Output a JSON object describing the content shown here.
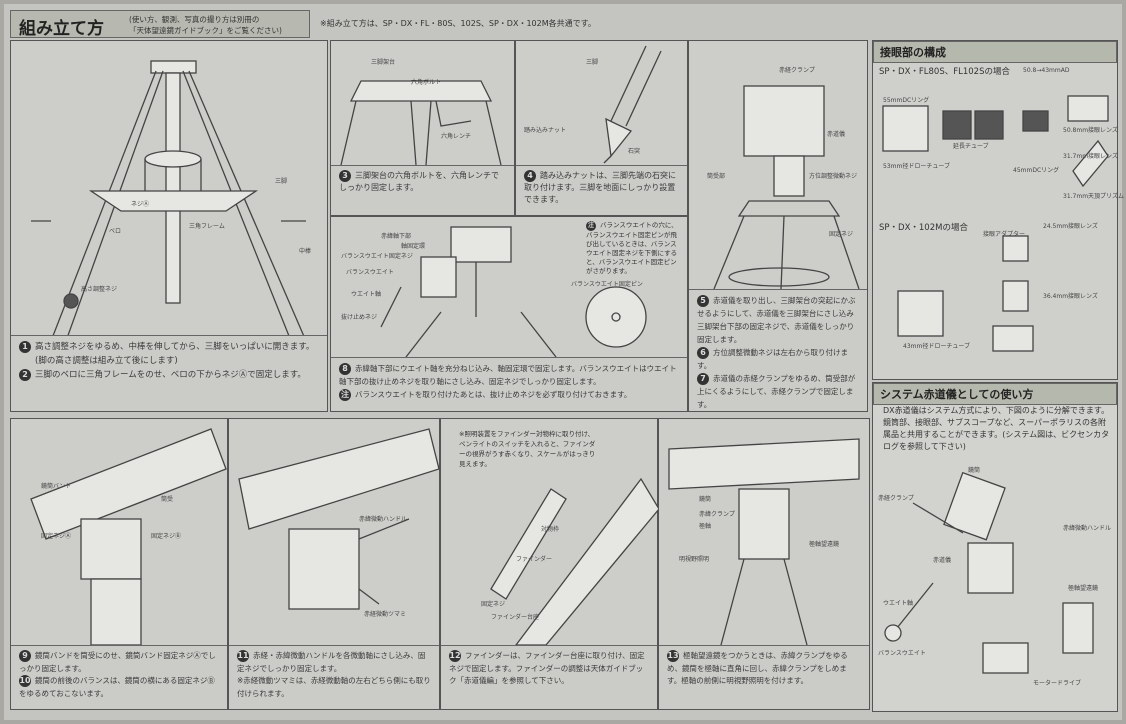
{
  "header": {
    "title": "組み立て方",
    "subtitle_line1": "(使い方、観測、写真の撮り方は別冊の",
    "subtitle_line2": "「天体望遠鏡ガイドブック」をご覧ください)",
    "note": "※組み立て方は、SP・DX・FL・80S、102S、SP・DX・102M各共通です。"
  },
  "panel1": {
    "labels": [
      "三脚",
      "中棒",
      "三角フレーム",
      "ネジⒶ",
      "ベロ",
      "高さ調整ネジ"
    ],
    "steps": [
      {
        "num": "1",
        "text": "高さ調整ネジをゆるめ、中棒を伸してから、三脚をいっぱいに開きます。"
      },
      {
        "num": "",
        "text": "(脚の高さ調整は組み立て後にします)"
      },
      {
        "num": "2",
        "text": "三脚のベロに三角フレームをのせ、ベロの下からネジⒶで固定します。"
      }
    ]
  },
  "panel3": {
    "labels": [
      "三脚架台",
      "六角ボルト",
      "六角レンチ"
    ],
    "num": "3",
    "text": "三脚架台の六角ボルトを、六角レンチでしっかり固定します。"
  },
  "panel4": {
    "labels": [
      "三脚",
      "踏み込みナット",
      "石突"
    ],
    "num": "4",
    "text": "踏み込みナットは、三脚先端の石突に取り付けます。三脚を地面にしっかり設置できます。"
  },
  "panel8": {
    "labels": [
      "赤緯軸下部",
      "軸固定環",
      "バランスウエイト固定ネジ",
      "バランスウエイト",
      "ウエイト軸",
      "抜け止めネジ",
      "バランスウエイト固定ピン"
    ],
    "note_num": "注",
    "note_text": "バランスウエイトの穴に、バランスウエイト固定ピンが飛び出しているときは、バランスウエイト固定ネジを下側にすると、バランスウエイト固定ピンがさがります。",
    "num": "8",
    "text": "赤緯軸下部にウエイト軸を充分ねじ込み、軸固定環で固定します。バランスウエイトはウエイト軸下部の抜け止めネジを取り軸にさし込み、固定ネジでしっかり固定します。",
    "caution_num": "注",
    "caution_text": "バランスウエイトを取り付けたあとは、抜け止めネジを必ず取り付けておきます。"
  },
  "panel5": {
    "labels": [
      "赤経クランプ",
      "赤道儀",
      "筒受部",
      "方位調整微動ネジ",
      "固定ネジ"
    ],
    "steps": [
      {
        "num": "5",
        "text": "赤道儀を取り出し、三脚架台の突起にかぶせるようにして、赤道儀を三脚架台にさし込み三脚架台下部の固定ネジで、赤道儀をしっかり固定します。"
      },
      {
        "num": "6",
        "text": "方位調整微動ネジは左右から取り付けます。"
      },
      {
        "num": "7",
        "text": "赤道儀の赤経クランプをゆるめ、筒受部が上にくるようにして、赤経クランプで固定します。"
      }
    ]
  },
  "eyepiece": {
    "title": "接眼部の構成",
    "case1": "SP・DX・FL80S、FL102Sの場合",
    "case2": "SP・DX・102Mの場合",
    "labels": [
      "50.8→43mmAD",
      "55mmDCリング",
      "延長チューブ",
      "53mm径ドローチューブ",
      "50.8mm接眼レンズ",
      "45mmDCリング",
      "31.7mm接眼レンズ",
      "31.7mm天頂プリズム",
      "24.5mm接眼レンズ",
      "接眼アダプター",
      "36.4mm接眼レンズ",
      "43mm径ドローチューブ"
    ]
  },
  "system": {
    "title": "システム赤道儀としての使い方",
    "text": "DX赤道儀はシステム方式により、下図のように分解できます。鏡筒部、接眼部、サブスコープなど、スーパーポラリスの各附属品と共用することができます。(システム図は、ビクセンカタログを参照して下さい)",
    "labels": [
      "鏡筒",
      "赤経クランプ",
      "赤緯微動ハンドル",
      "赤道儀",
      "極軸望遠鏡",
      "ウエイト軸",
      "バランスウエイト",
      "モータードライブ"
    ]
  },
  "panel9": {
    "labels": [
      "鏡筒バンド",
      "筒受",
      "固定ネジⒶ",
      "固定ネジⒷ"
    ],
    "steps": [
      {
        "num": "9",
        "text": "鏡筒バンドを筒受にのせ、鏡筒バンド固定ネジⒶでしっかり固定します。"
      },
      {
        "num": "10",
        "text": "鏡筒の前後のバランスは、鏡筒の横にある固定ネジⒷをゆるめておこないます。"
      }
    ]
  },
  "panel11": {
    "labels": [
      "赤緯微動ハンドル",
      "赤経微動ツマミ"
    ],
    "num": "11",
    "text": "赤経・赤緯微動ハンドルを各微動軸にさし込み、固定ネジでしっかり固定します。",
    "note": "※赤経微動ツマミは、赤経微動軸の左右どちら側にも取り付けられます。"
  },
  "panel12": {
    "labels": [
      "対物枠",
      "ファインダー",
      "固定ネジ",
      "ファインダー台座"
    ],
    "note": "※照明装置をファインダー対物枠に取り付け、ペンライトのスイッチを入れると、ファインダーの視界がうす赤くなり、スケールがはっきり見えます。",
    "num": "12",
    "text": "ファインダーは、ファインダー台座に取り付け、固定ネジで固定します。ファインダーの調整は天体ガイドブック「赤道儀編」を参照して下さい。"
  },
  "panel13": {
    "labels": [
      "鏡筒",
      "赤緯クランプ",
      "極軸",
      "明視野照明",
      "極軸望遠鏡"
    ],
    "num": "13",
    "text": "極軸望遠鏡をつかうときは、赤緯クランプをゆるめ、鏡筒を極軸に直角に回し、赤緯クランプをしめます。極軸の前側に明視野照明を付けます。"
  }
}
